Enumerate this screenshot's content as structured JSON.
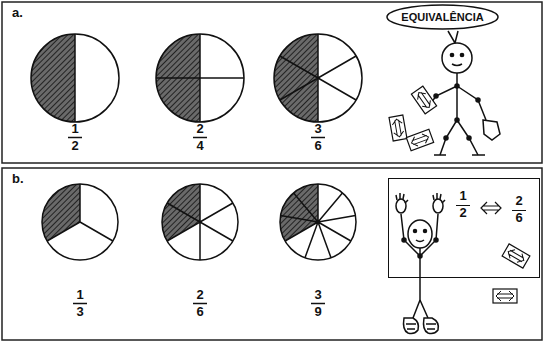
{
  "diagram": {
    "nodes": [
      {
        "text": [
          "EQUIVALÊNCIA"
        ]
      },
      {
        "text": [
          "1",
          "2",
          "2",
          "6"
        ]
      }
    ],
    "labels": [
      "a.",
      "1",
      "2",
      "2",
      "4",
      "3",
      "6",
      "b.",
      "1",
      "3",
      "2",
      "6",
      "3",
      "9"
    ]
  }
}
